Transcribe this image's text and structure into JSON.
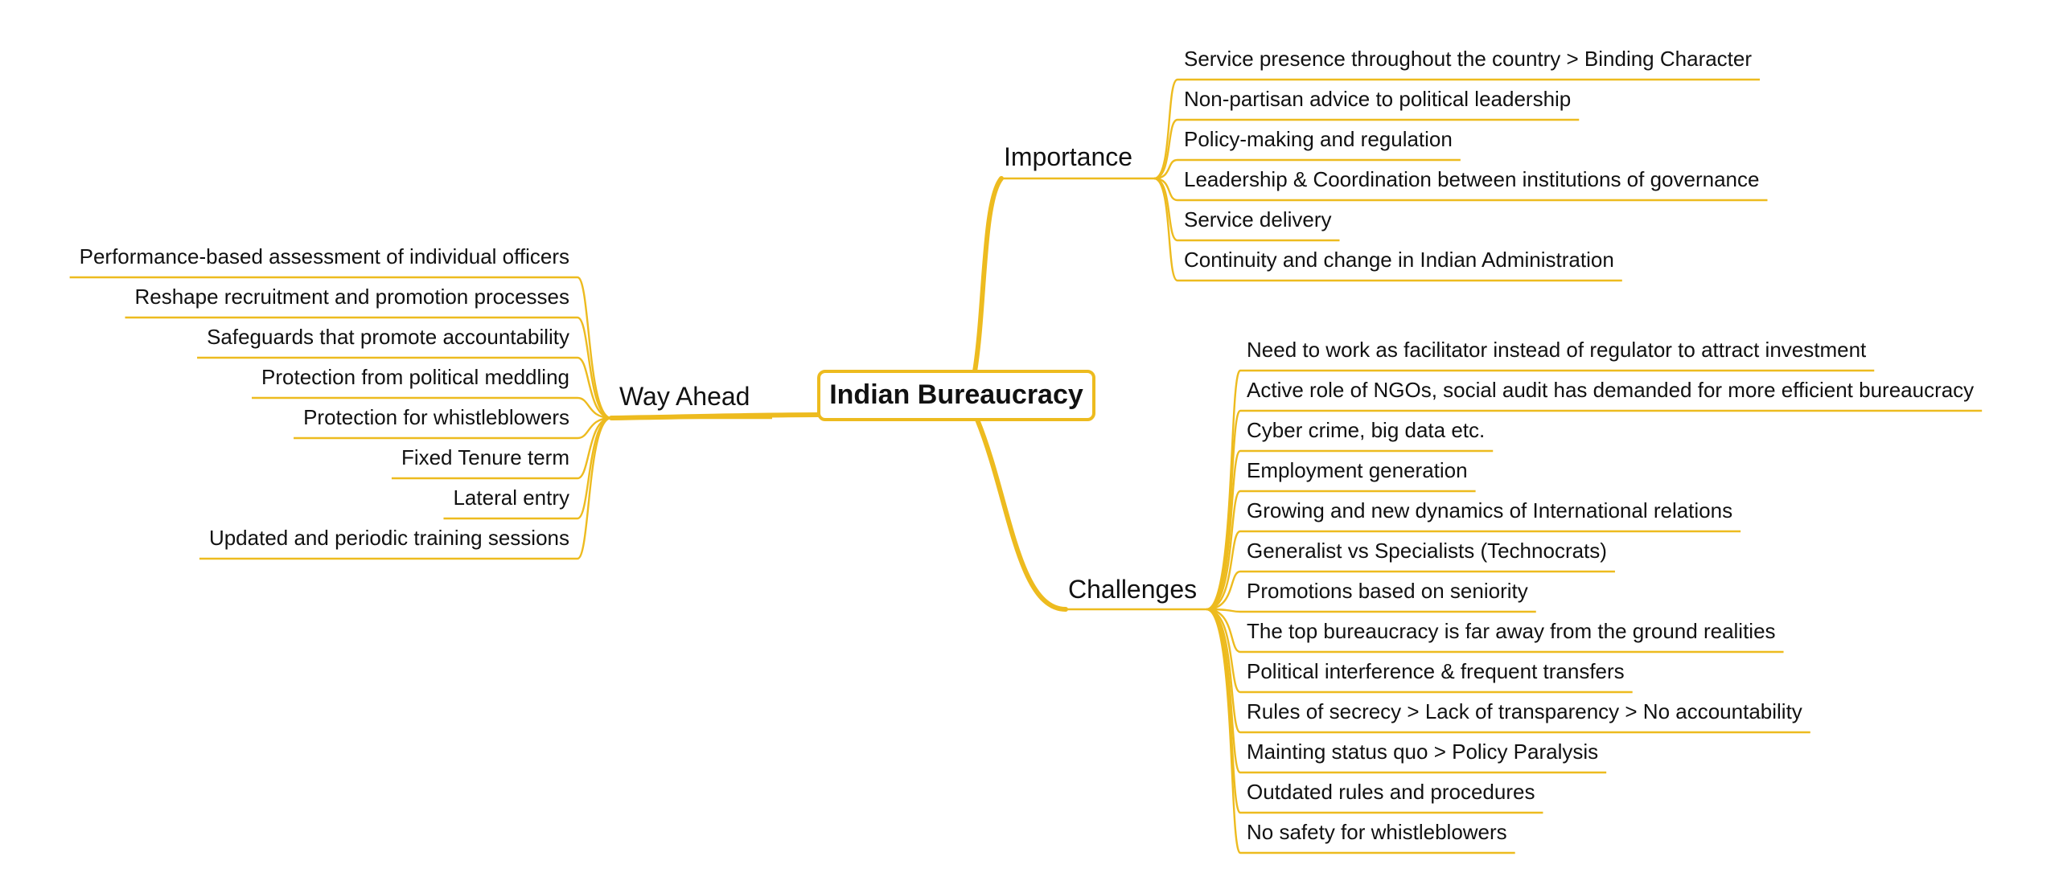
{
  "colors": {
    "accent": "#EDBB1F",
    "text": "#111111",
    "background": "#FFFFFF"
  },
  "root": {
    "label": "Indian Bureaucracy"
  },
  "branches": {
    "importance": {
      "label": "Importance",
      "items": [
        "Service presence throughout the country > Binding Character",
        "Non-partisan advice to political leadership",
        "Policy-making and regulation",
        " Leadership & Coordination between institutions of governance",
        "Service delivery",
        "Continuity and change in Indian Administration"
      ]
    },
    "challenges": {
      "label": "Challenges",
      "items": [
        "Need to work as facilitator instead of regulator to attract investment",
        " Active role of NGOs, social audit has demanded for more efficient bureaucracy",
        " Cyber crime, big data etc.",
        " Employment generation",
        "Growing and new dynamics of International relations",
        "Generalist vs Specialists (Technocrats)",
        "Promotions based on seniority",
        "The top bureaucracy is far away from the ground realities",
        "Political interference & frequent transfers",
        " Rules of secrecy > Lack of transparency > No accountability",
        "Mainting status quo > Policy Paralysis",
        "Outdated rules and procedures",
        "No safety for whistleblowers"
      ]
    },
    "way_ahead": {
      "label": "Way Ahead",
      "items": [
        "Performance-based assessment of individual officers",
        "Reshape recruitment and promotion processes",
        "Safeguards that promote accountability",
        "Protection from political meddling",
        "Protection for whistleblowers",
        "Fixed Tenure term",
        "Lateral entry",
        "Updated and periodic training sessions"
      ]
    }
  }
}
